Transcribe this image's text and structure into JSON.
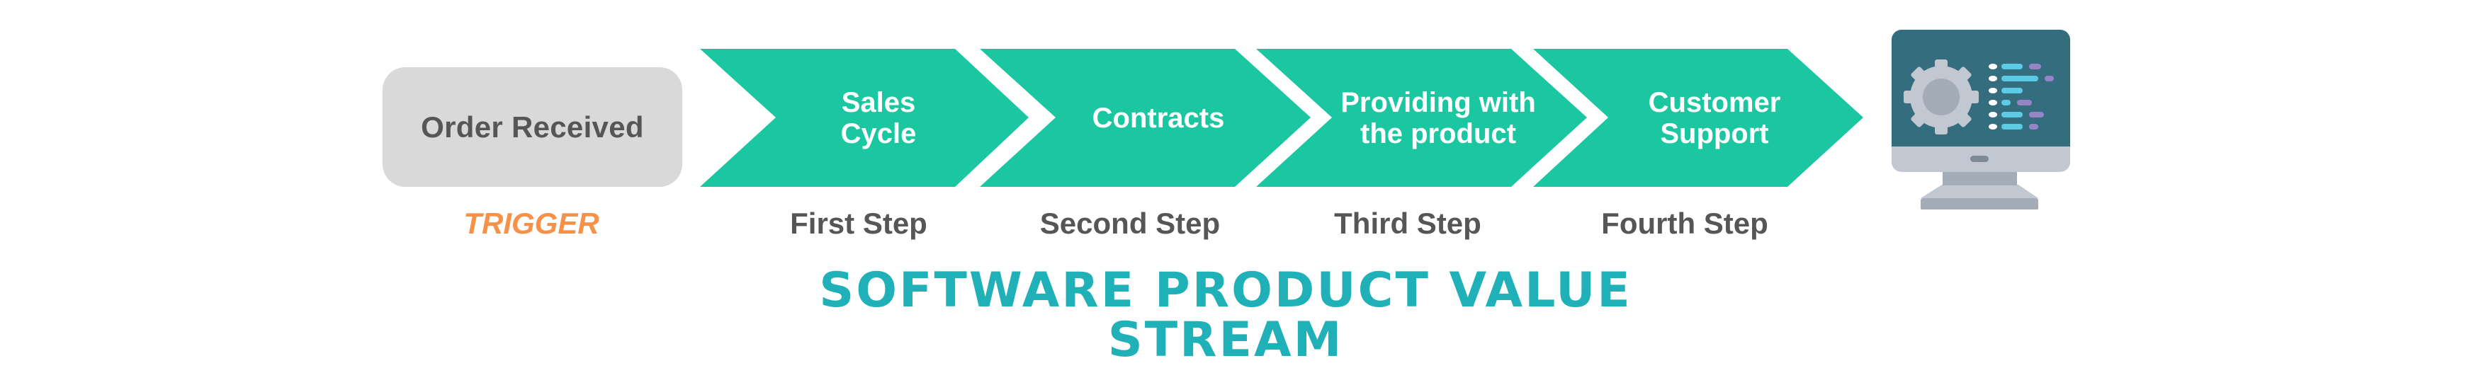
{
  "trigger": {
    "label": "Order Received",
    "caption": "TRIGGER",
    "box_color": "#d9d9d9",
    "caption_color": "#f89148"
  },
  "steps": [
    {
      "label": "Sales\nCycle",
      "caption": "First Step"
    },
    {
      "label": "Contracts",
      "caption": "Second Step"
    },
    {
      "label": "Providing with\nthe product",
      "caption": "Third Step"
    },
    {
      "label": "Customer\nSupport",
      "caption": "Fourth Step"
    }
  ],
  "colors": {
    "chevron": "#1bc7a0",
    "title": "#1fb1b7",
    "step_caption": "#565656"
  },
  "end_icon": "monitor-gear-code-icon",
  "title": "SOFTWARE PRODUCT VALUE STREAM"
}
